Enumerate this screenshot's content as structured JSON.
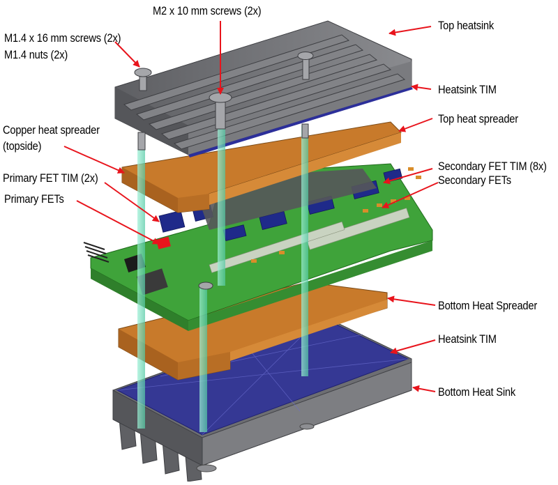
{
  "labels": {
    "m2_screws": "M2 x 10 mm screws (2x)",
    "top_heatsink": "Top heatsink",
    "m14_screws": "M1.4 x 16 mm screws (2x)",
    "m14_nuts": "M1.4 nuts (2x)",
    "heatsink_tim_top": "Heatsink TIM",
    "top_heat_spreader": "Top  heat spreader",
    "copper_spreader_line1": "Copper heat spreader",
    "copper_spreader_line2": "(topside)",
    "secondary_fet_tim": "Secondary FET TIM (8x)",
    "secondary_fets": "Secondary FETs",
    "primary_fet_tim": "Primary FET TIM (2x)",
    "primary_fets": "Primary FETs",
    "bottom_heat_spreader": "Bottom Heat Spreader",
    "heatsink_tim_bottom": "Heatsink TIM",
    "bottom_heat_sink": "Bottom Heat Sink"
  },
  "colors": {
    "arrow": "#e8141c",
    "heatsink": "#6f7074",
    "copper": "#c87a2b",
    "pcb": "#3fa33a",
    "tim": "#2c2f9a",
    "screw_guide": "#7fe0c0"
  }
}
